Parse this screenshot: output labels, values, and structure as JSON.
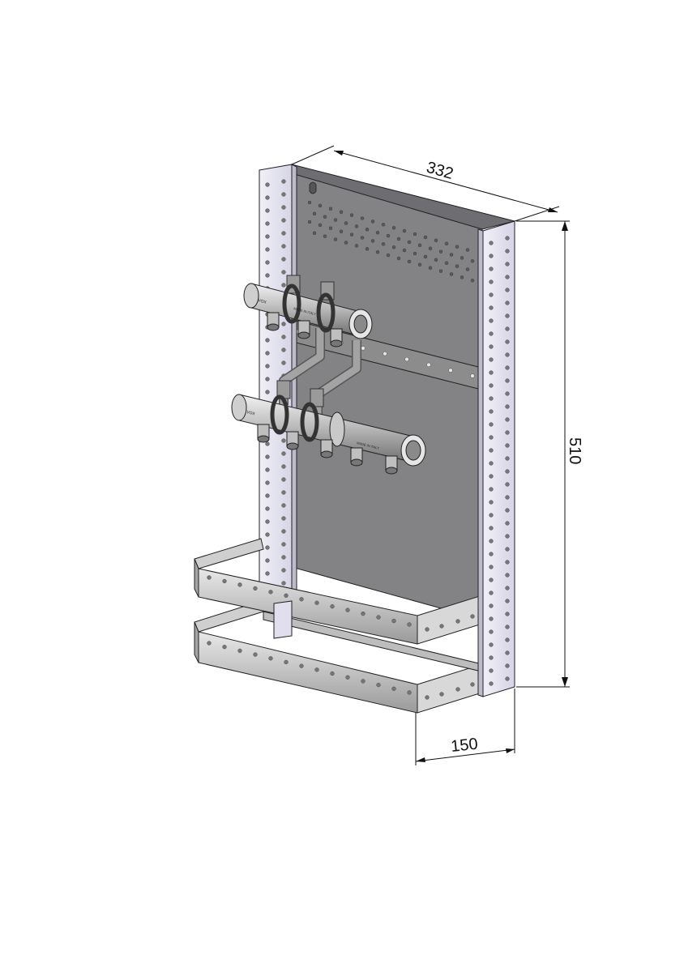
{
  "dimensions": {
    "width": "332",
    "height": "510",
    "depth": "150"
  },
  "colors": {
    "panel": "#838386",
    "panel_top": "#6e6e72",
    "rail": "#e5e3f1",
    "rail_dark": "#d1cfe0",
    "frame": "#dcdcdc",
    "frame_shadow": "#8d8d8d",
    "hole": "#777777",
    "pipe": "#aaaaaa",
    "pipe_light": "#e8e8e8",
    "bracket": "#9a9a9a",
    "ink": "#111111"
  },
  "manifold_marks": {
    "brand": "VOX",
    "origin": "MADE IN ITALY"
  }
}
